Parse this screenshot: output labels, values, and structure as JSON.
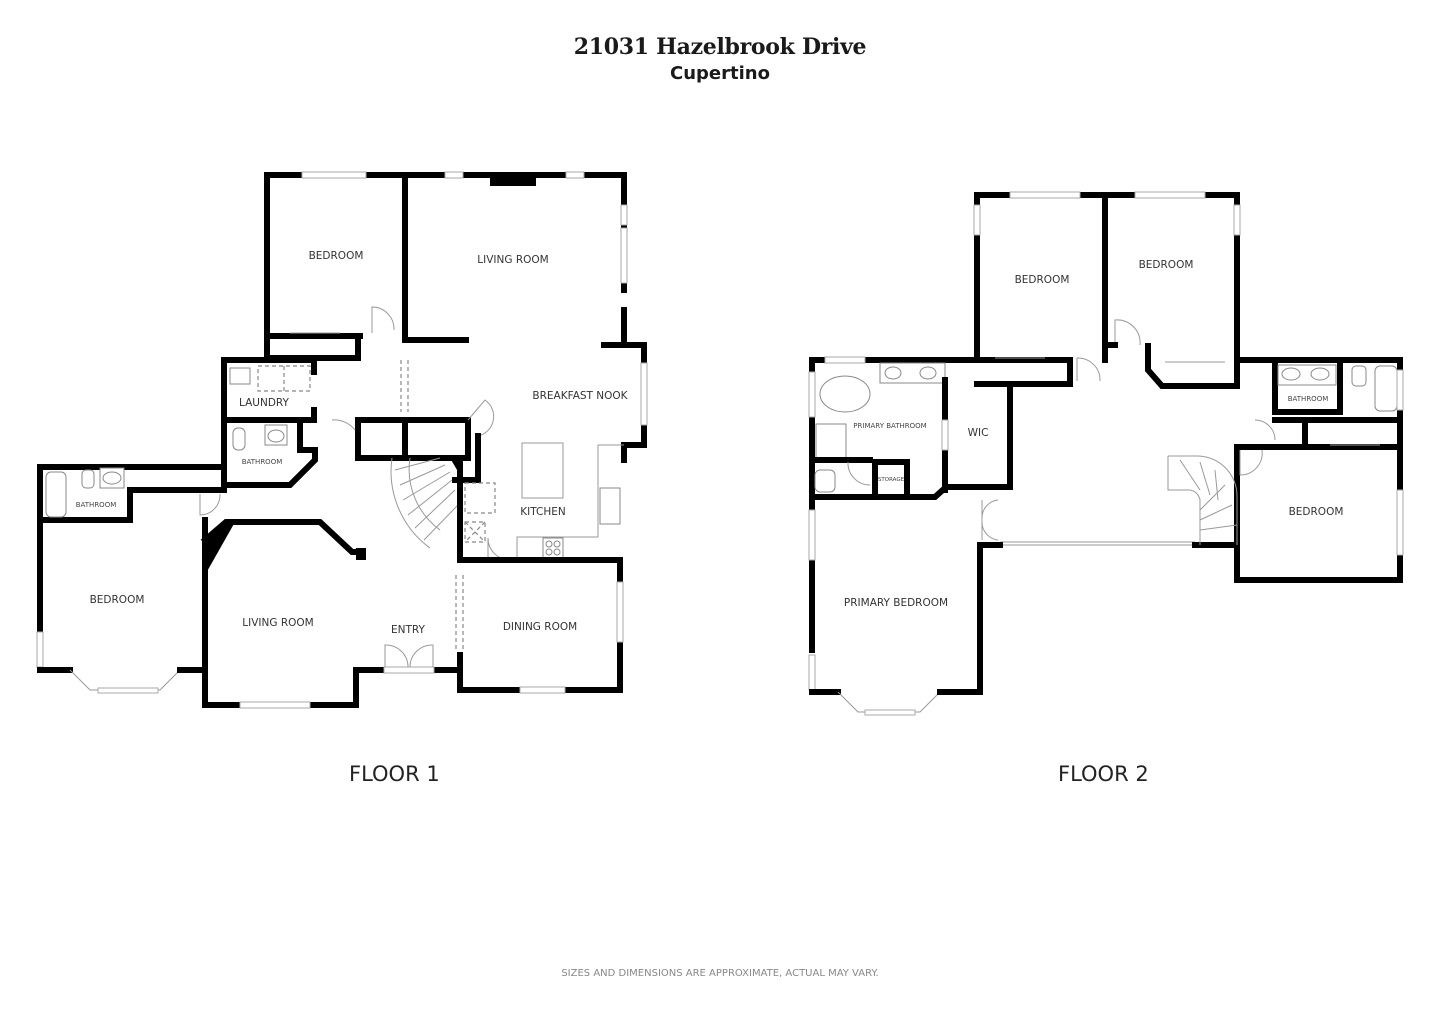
{
  "header": {
    "address": "21031 Hazelbrook Drive",
    "city": "Cupertino"
  },
  "floors": [
    {
      "label": "FLOOR 1",
      "rooms": [
        {
          "name": "BEDROOM"
        },
        {
          "name": "LIVING ROOM"
        },
        {
          "name": "BREAKFAST NOOK"
        },
        {
          "name": "LAUNDRY"
        },
        {
          "name": "BATHROOM"
        },
        {
          "name": "BATHROOM"
        },
        {
          "name": "KITCHEN"
        },
        {
          "name": "BEDROOM"
        },
        {
          "name": "LIVING ROOM"
        },
        {
          "name": "ENTRY"
        },
        {
          "name": "DINING ROOM"
        }
      ]
    },
    {
      "label": "FLOOR 2",
      "rooms": [
        {
          "name": "BEDROOM"
        },
        {
          "name": "BEDROOM"
        },
        {
          "name": "BATHROOM"
        },
        {
          "name": "PRIMARY BATHROOM"
        },
        {
          "name": "WIC"
        },
        {
          "name": "STORAGE"
        },
        {
          "name": "BEDROOM"
        },
        {
          "name": "PRIMARY BEDROOM"
        }
      ]
    }
  ],
  "footer": {
    "disclaimer": "SIZES AND DIMENSIONS ARE APPROXIMATE, ACTUAL MAY VARY."
  }
}
